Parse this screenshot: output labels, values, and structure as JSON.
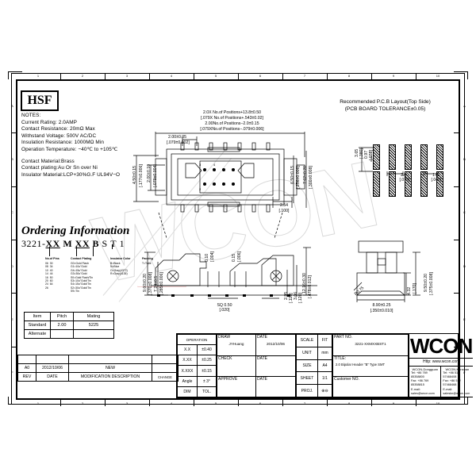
{
  "document": {
    "logo_badge": "HSF",
    "notes_heading": "NOTES:",
    "notes": [
      "Current Rating: 2.0AMP",
      "Contact Resistance: 20mΩ Max",
      "Withstand Voltage: 500V AC/DC",
      "Insulation Resistance: 1000MΩ Min",
      "Operation Temperature: −40℃ to +105℃"
    ],
    "materials": [
      "Contact Material:Brass",
      "Contact plating:Au Or Sn over Ni",
      "Insulator Material:LCP+30%G.F UL94V−O"
    ]
  },
  "ordering": {
    "title": "Ordering Information",
    "part_number_segments": [
      "3221-",
      "XX",
      "M",
      "XX",
      "B",
      "S",
      "T",
      "1"
    ],
    "columns": [
      {
        "header": "No.of Pins",
        "values": [
          "06  30",
          "08  34",
          "10  40",
          "14  44",
          "16  50",
          "20  60",
          "24  64",
          "26"
        ]
      },
      {
        "header": "Contact Plating",
        "values": [
          "G0=Gold Flash",
          "G1=10u\"Gold",
          "G4=15u\"Gold",
          "G3=30u\"Gold",
          "S0=Gold Flash/Tin",
          "S3=10u\"Gold/Tin",
          "S4=15u\"Gold/Tin",
          "S2=30u\"Gold/Tin",
          "S9=Tin"
        ]
      },
      {
        "header": "Insulator Color",
        "values": [
          "B=Black",
          "N=Blue",
          "O=Gray(4372)",
          "R=Gray(4135)"
        ]
      },
      {
        "header": "Packing",
        "values": [
          "T=Tube"
        ]
      }
    ]
  },
  "mating_table": {
    "headers": [
      "Item",
      "Pitch",
      "Mating"
    ],
    "rows": [
      [
        "Standard",
        "2.00",
        "5225"
      ],
      [
        "Alternate",
        "",
        ""
      ]
    ]
  },
  "pcb_layout": {
    "title_line1": "Recommended P.C.B Layout(Top Side)",
    "title_line2": "(PCB BOARD TOLERANCE±0.05)",
    "dims": {
      "v_large": "3.65",
      "v_large_in": "[.380]",
      "v_small": "0.97",
      "v_small_in": "[.038]",
      "pitch": "2.00",
      "pitch_in": "[.079]",
      "edge": "1.02",
      "edge_in": "[.040]"
    }
  },
  "main_view_dims": {
    "top": [
      "2.0X No.of Positions+13.8±0.50",
      "[.079X No.of Positions+.543±0.02]",
      "2.00No.of Positions−2.0±0.15",
      "[.079XNo.of Positions−.079±0.006]"
    ],
    "top_pitch": "2.00±0.05",
    "top_pitch_in": "[.079±0.002]",
    "left_a": "4.50±0.15",
    "left_a_in": "[.177±0.006]",
    "left_b": "2.00±0.10",
    "left_b_in": "[.079±0.004]",
    "right_a": "6.50±0.15",
    "right_a_in": "[.256±0.006]",
    "right_b": "7.62±0.20",
    "right_b_in": "[.300±0.008]",
    "right_c": "2.54",
    "right_c_in": "[.100]"
  },
  "section_dims": {
    "left_v": "9.60±0.20",
    "left_v_in": "[.370±0.008]",
    "left_v2": "7.24±0.5",
    "left_v2_in": "[.285±0.006]",
    "coplan_a": "0.10",
    "coplan_a_in": "[.004]",
    "coplan_b": "0.15",
    "coplan_b_in": "[.006]",
    "bottom": "SQ 0.50",
    "bottom_in": "[.020]",
    "right_v": "12.16±0.30",
    "right_v_in": "[.478±0.012]",
    "right_s1": "2.95",
    "right_s1_in": "[.116]",
    "right_s2": "3.06",
    "right_s2_in": "[.120]"
  },
  "side_view_dims": {
    "height": "9.50±0.20",
    "height_in": "[.375±0.008]",
    "step": "4.32",
    "step_in": "[.170]",
    "width": "8.90±0.25",
    "width_in": "[.350±0.010]",
    "angle": "R0.75"
  },
  "title_block": {
    "operation": {
      "header": "OPERATION",
      "rows": [
        {
          "label": "X.X",
          "value": "±0.40"
        },
        {
          "label": "X.XX",
          "value": "±0.25"
        },
        {
          "label": "X.XXX",
          "value": "±0.15"
        },
        {
          "label": "Angle",
          "value": "± 3°"
        },
        {
          "label": "DIM",
          "value": "TOL."
        }
      ]
    },
    "draw_label": "DRAW",
    "draw_value": "JYHuang",
    "check_label": "CHECK",
    "check_value": "",
    "approve_label": "APPROVE",
    "approve_value": "",
    "date_label": "DATE",
    "date_value": "2012/10/06",
    "scale_label": "SCALE",
    "scale_value": "FIT",
    "unit_label": "UNIT",
    "unit_value": "mm",
    "size_label": "SIZE",
    "size_value": "A4",
    "sheet_label": "SHEET",
    "sheet_value": "1/1",
    "proj_label": "PROJ.",
    "proj_value": "⊕⊖",
    "part_no_label": "PART NO.",
    "part_no_value": "3221-XXMXXBST1",
    "title_label": "TITLE:",
    "title_value": "2.0 Bipolar Header \"B\" Type SMT",
    "customer_label": "Customer NO.",
    "customer_value": ""
  },
  "company": {
    "name": "WCON",
    "url": "Http: www.wcon.com",
    "offices": [
      {
        "name": "WCON-Dongguan",
        "tel": "Tel: +86 769 85358800",
        "fax": "Fax: +86 769 85358815",
        "email": "E-mail: sales@wcon.com"
      },
      {
        "name": "WCON-Kunshan",
        "tel": "Tel: +86 512 57468408",
        "fax": "Fax: +86 512 57468468",
        "email": "E-mail: saleskn@wcon.com"
      }
    ]
  },
  "revision": {
    "headers": [
      "REV",
      "DATE",
      "MODIFICATION  DESCRIPTION",
      "CHANGE"
    ],
    "rows": [
      [
        "A0",
        "2012/10/06",
        "NEW",
        ""
      ]
    ]
  },
  "frame": {
    "top_numbers": [
      "1",
      "2",
      "3",
      "4",
      "5",
      "6",
      "7",
      "8",
      "9",
      "10"
    ],
    "side_letters": [
      "A",
      "B",
      "C",
      "D",
      "E",
      "F"
    ]
  },
  "colors": {
    "ink": "#000000",
    "watermark": "#d8d8d8",
    "paper": "#ffffff"
  }
}
